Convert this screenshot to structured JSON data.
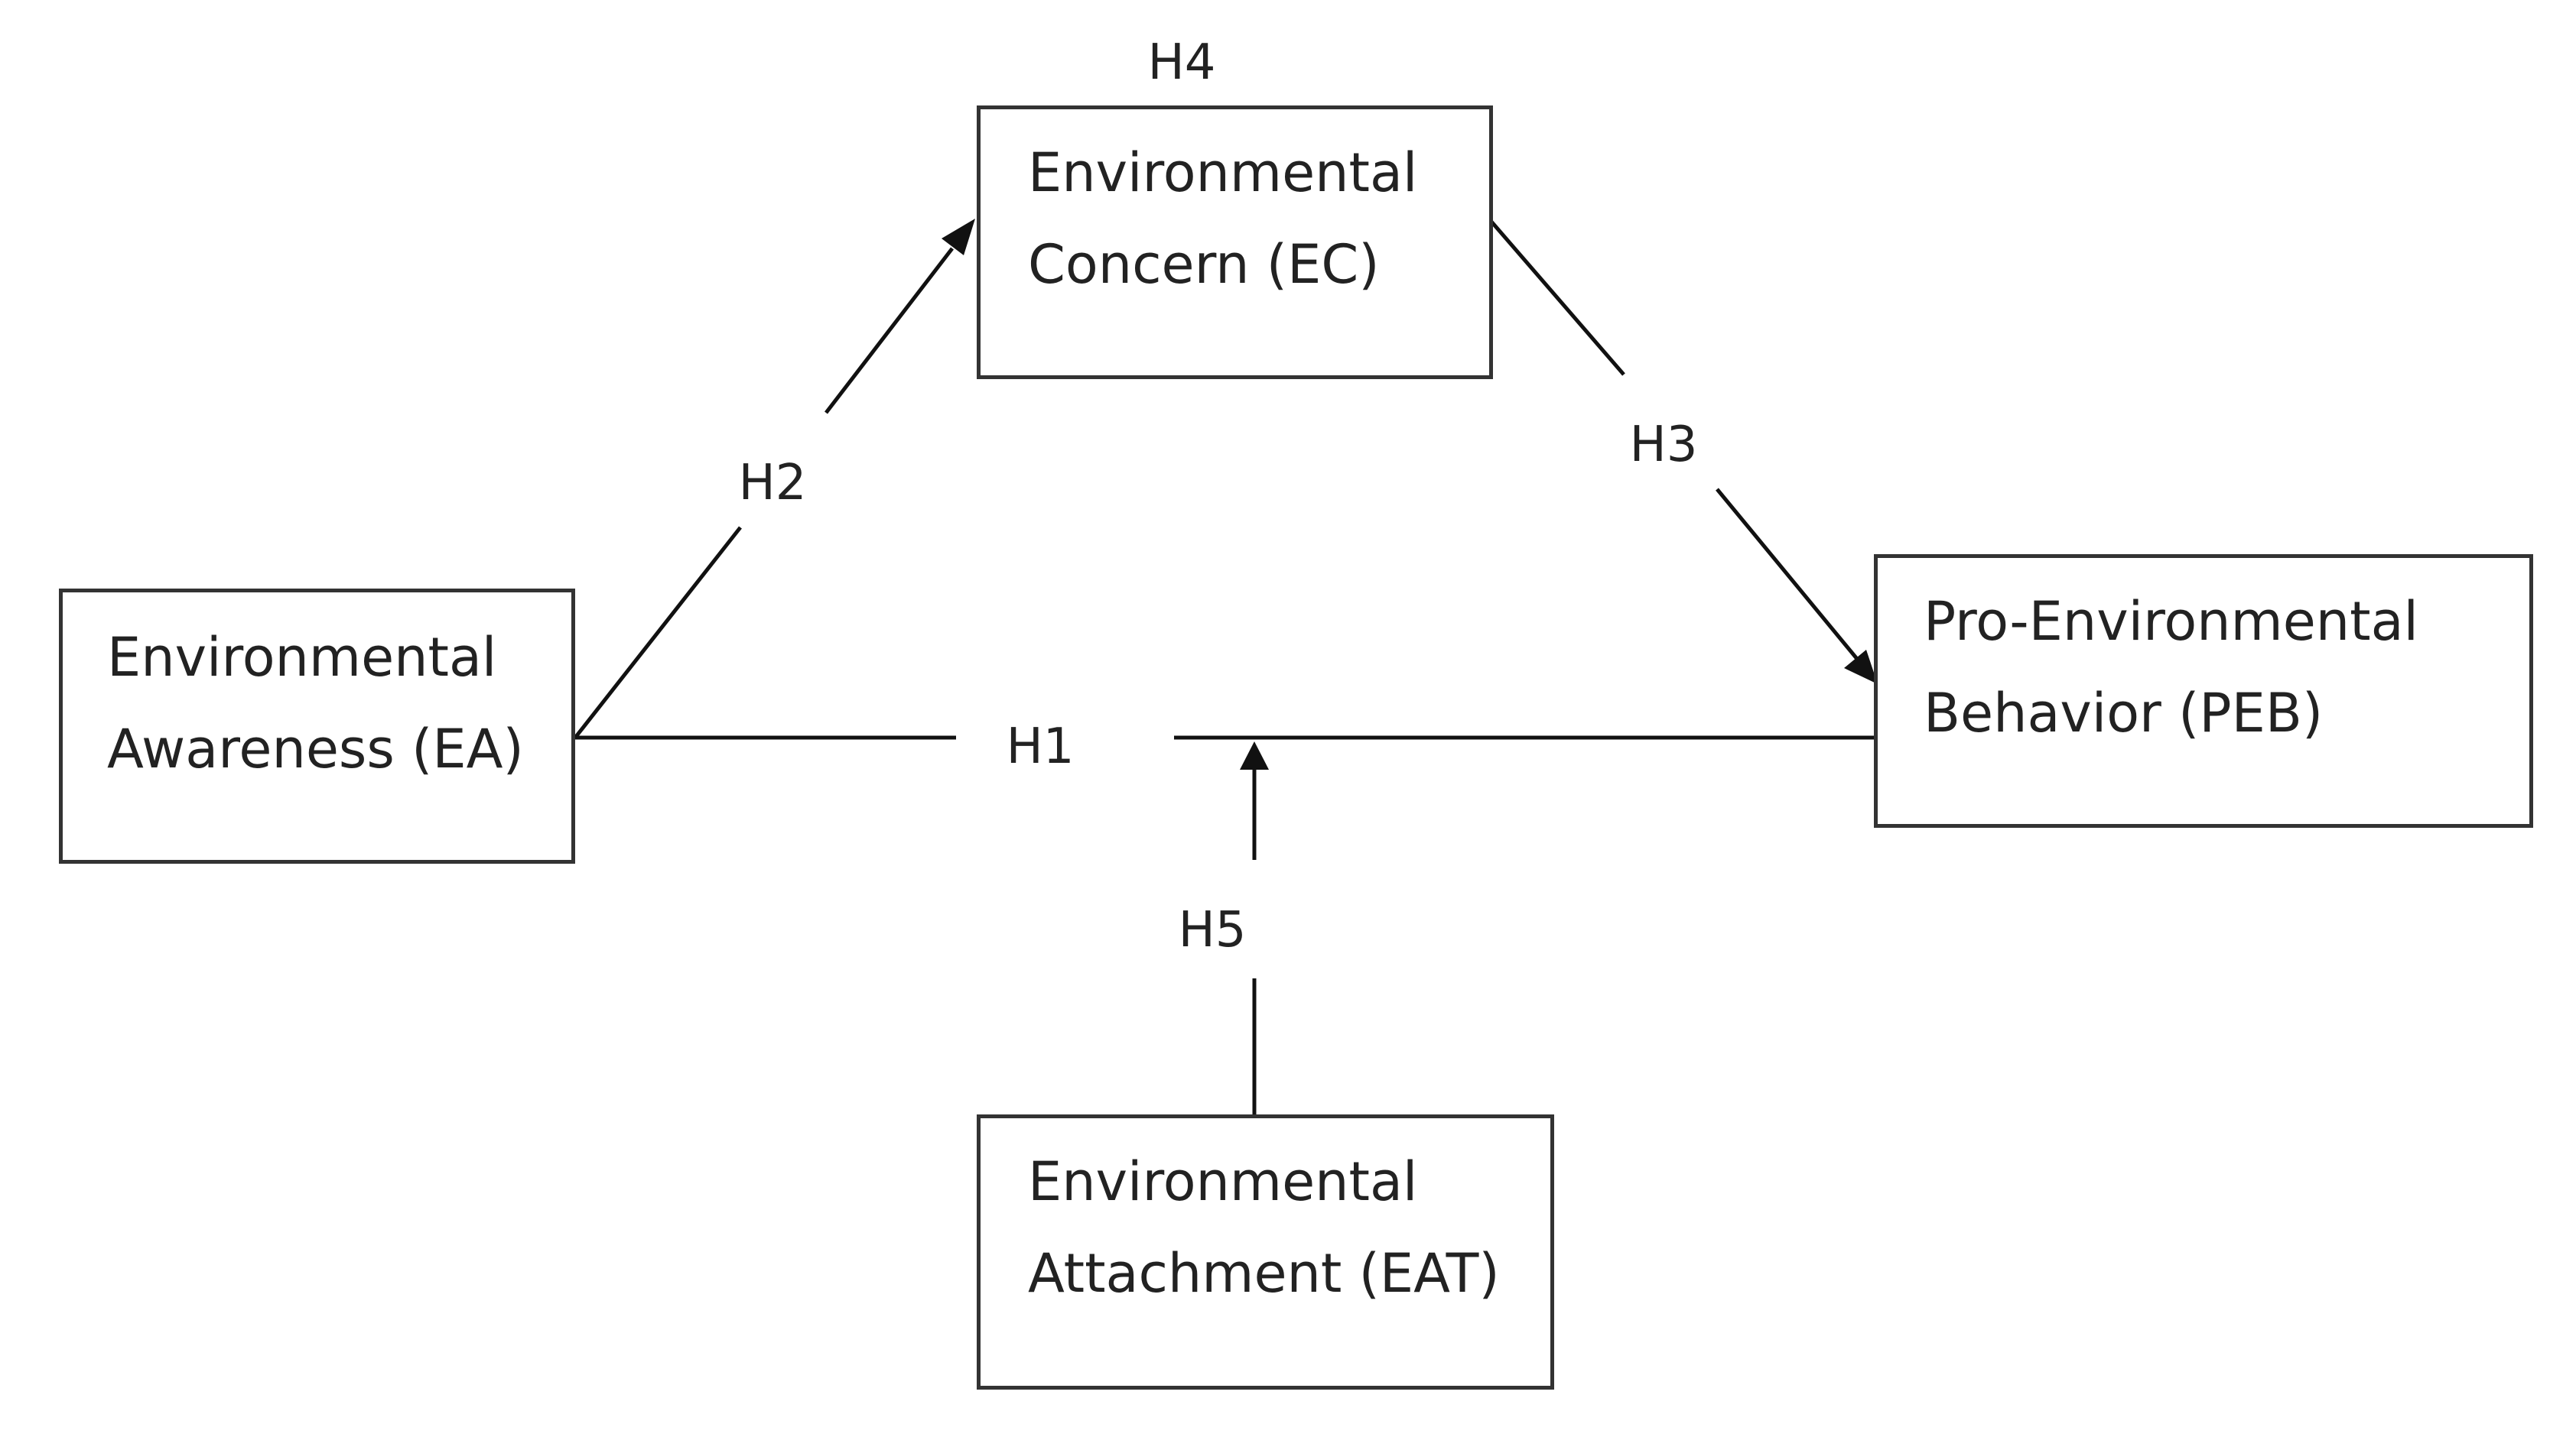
{
  "nodes": {
    "ea": {
      "line1": "Environmental",
      "line2": "Awareness (EA)"
    },
    "ec": {
      "line1": "Environmental",
      "line2": "Concern (EC)"
    },
    "peb": {
      "line1": "Pro-Environmental",
      "line2": "Behavior (PEB)"
    },
    "eat": {
      "line1": "Environmental",
      "line2": "Attachment (EAT)"
    }
  },
  "hypotheses": {
    "h1": "H1",
    "h2": "H2",
    "h3": "H3",
    "h4": "H4",
    "h5": "H5"
  },
  "colors": {
    "line": "#111111",
    "border": "#333333",
    "text": "#222222"
  }
}
